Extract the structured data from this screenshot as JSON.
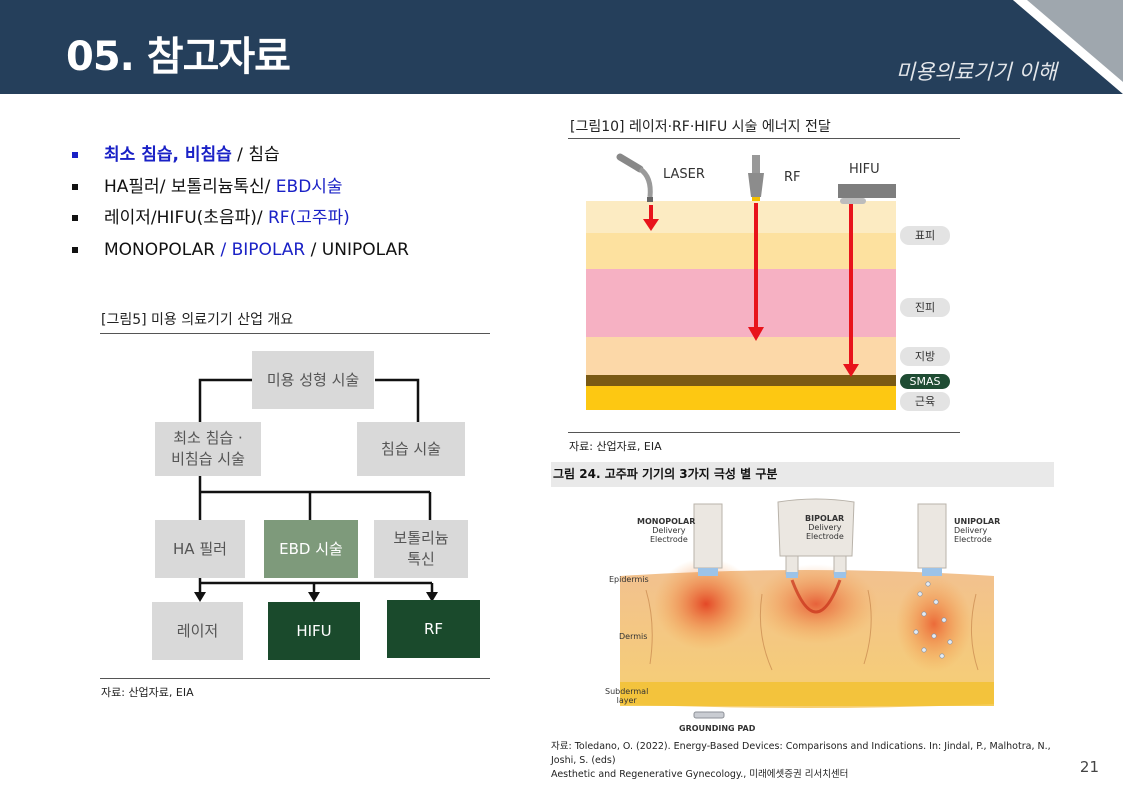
{
  "header": {
    "title": "05. 참고자료",
    "subtitle": "미용의료기기 이해"
  },
  "bullets": [
    {
      "parts": [
        {
          "text": "최소 침습, 비침습",
          "cls": "blue bold"
        },
        {
          "text": " / 침습",
          "cls": ""
        }
      ]
    },
    {
      "parts": [
        {
          "text": "HA필러/ 보톨리늄톡신/ ",
          "cls": ""
        },
        {
          "text": "EBD시술",
          "cls": "blue"
        }
      ]
    },
    {
      "parts": [
        {
          "text": "레이저/HIFU(초음파)/ ",
          "cls": ""
        },
        {
          "text": "RF(고주파)",
          "cls": "blue"
        }
      ]
    },
    {
      "parts": [
        {
          "text": "MONOPOLAR ",
          "cls": ""
        },
        {
          "text": "/ BIPOLAR",
          "cls": "blue"
        },
        {
          "text": " / UNIPOLAR",
          "cls": ""
        }
      ]
    }
  ],
  "fig5": {
    "caption": "[그림5]      미용 의료기기 산업 개요",
    "nodes": {
      "top": "미용 성형 시술",
      "min": "최소 침습 ·\n비침습 시술",
      "inv": "침습 시술",
      "ha": "HA 필러",
      "ebd": "EBD 시술",
      "botox": "보톨리늄\n톡신",
      "laser": "레이저",
      "hifu": "HIFU",
      "rf": "RF"
    },
    "source": "자료: 산업자료, EIA"
  },
  "fig10": {
    "caption": "[그림10]     레이저·RF·HIFU 시술 에너지 전달",
    "tools": {
      "laser": "LASER",
      "rf": "RF",
      "hifu": "HIFU"
    },
    "layers": {
      "epidermis": "표피",
      "dermis": "진피",
      "fat": "지방",
      "smas": "SMAS",
      "muscle": "근육"
    },
    "source": "자료: 산업자료, EIA"
  },
  "fig24": {
    "caption": "그림 24. 고주파 기기의 3가지 극성 별 구분",
    "labels": {
      "mono": "MONOPOLAR",
      "mono_sub": "Delivery\nElectrode",
      "bi": "BIPOLAR",
      "bi_sub": "Delivery\nElectrode",
      "uni": "UNIPOLAR",
      "uni_sub": "Delivery\nElectrode",
      "epidermis": "Epidermis",
      "dermis": "Dermis",
      "subdermal": "Subdermal\nlayer",
      "pad": "GROUNDING PAD"
    },
    "source_line1": "자료: Toledano, O. (2022). Energy-Based Devices: Comparisons and Indications. In: Jindal, P., Malhotra, N., Joshi, S. (eds)",
    "source_line2": "Aesthetic and Regenerative Gynecology., 미래에셋증권 리서치센터"
  },
  "page_number": "21",
  "colors": {
    "header_bg": "#253f5b",
    "accent_blue": "#1a21c6",
    "box_gray": "#d9d9d9",
    "box_green": "#7e9a7b",
    "box_dark_green": "#1a4a2c",
    "arrow_red": "#e8131b"
  }
}
